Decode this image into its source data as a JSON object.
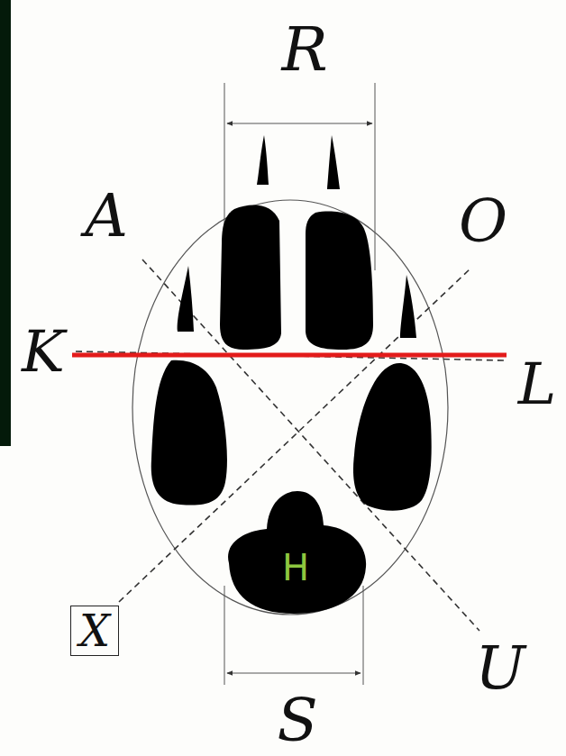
{
  "diagram": {
    "nodes": [
      {
        "text": [
          "H"
        ]
      },
      {
        "text": [
          "X"
        ]
      }
    ],
    "labels": [
      "R",
      "A",
      "O",
      "K",
      "L",
      "U",
      "S"
    ]
  }
}
